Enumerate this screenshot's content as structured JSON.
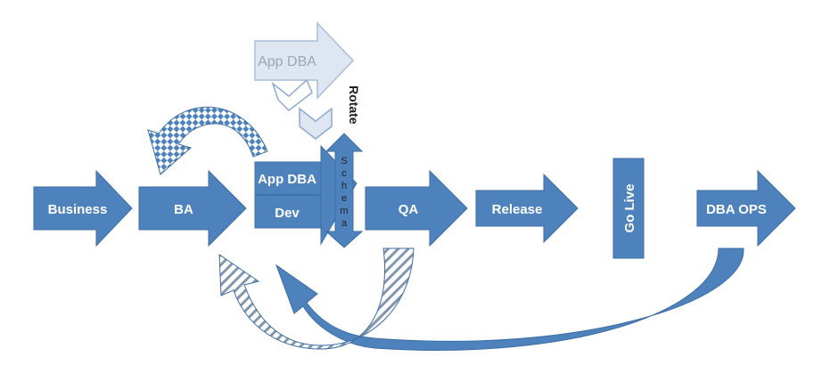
{
  "colors": {
    "primary_fill": "#4e82bd",
    "primary_stroke": "#3c6da5",
    "ghost_fill": "#dde6f1",
    "ghost_stroke": "#a9bdd6",
    "chevron_fill": "#ffffff",
    "chevron_stroke": "#8eaad0",
    "checker_light": "#ffffff",
    "checker_dark": "#4e82bd"
  },
  "stages": {
    "business": "Business",
    "ba": "BA",
    "app_dba_dev": "App DBA",
    "dev": "Dev",
    "qa": "QA",
    "release": "Release",
    "go_live": "Go Live",
    "dba_ops": "DBA OPS"
  },
  "top_arrow": {
    "label": "App DBA"
  },
  "rotate_label": "Rotate",
  "schema_letters": [
    "S",
    "c",
    "h",
    "e",
    "m",
    "a"
  ]
}
